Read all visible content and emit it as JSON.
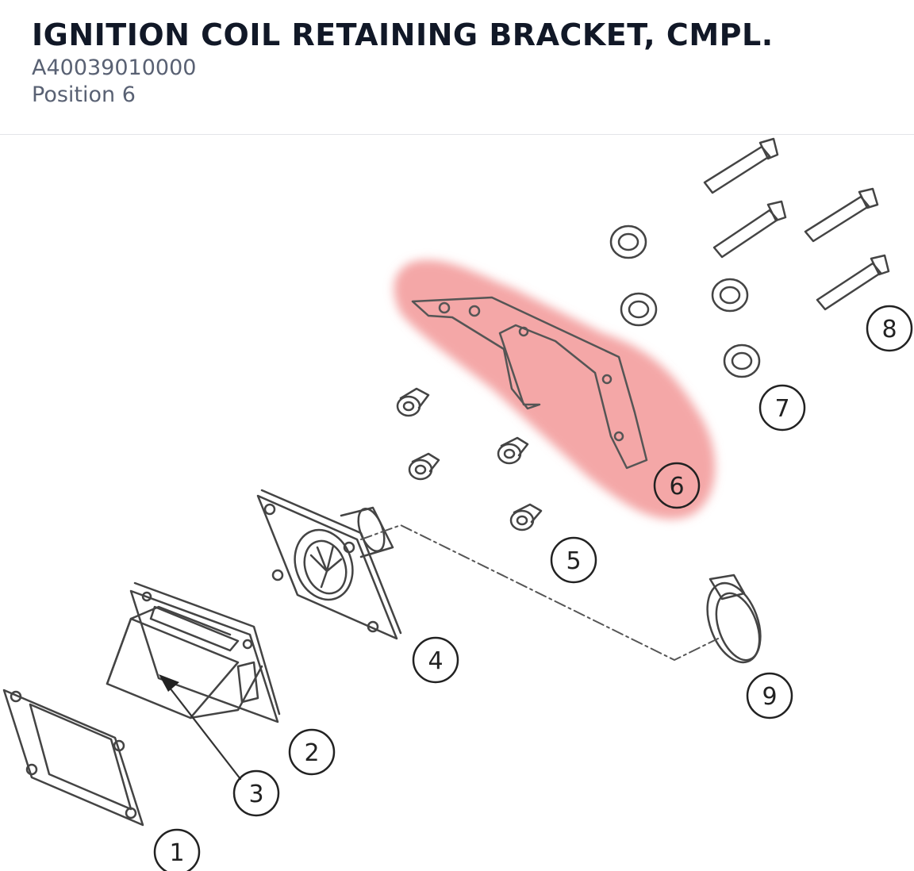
{
  "part": {
    "title": "IGNITION COIL RETAINING BRACKET, CMPL.",
    "number": "A40039010000",
    "position": "Position 6"
  },
  "diagram": {
    "highlighted_position": "6",
    "highlight_color": "#f08a8a",
    "line_color": "#444444",
    "callouts": [
      {
        "label": "1"
      },
      {
        "label": "2"
      },
      {
        "label": "3"
      },
      {
        "label": "4"
      },
      {
        "label": "5"
      },
      {
        "label": "6"
      },
      {
        "label": "7"
      },
      {
        "label": "8"
      },
      {
        "label": "9"
      }
    ]
  }
}
